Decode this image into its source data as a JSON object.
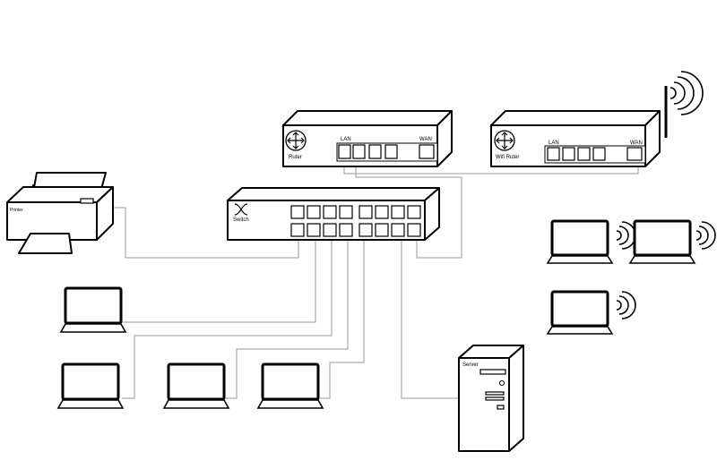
{
  "devices": {
    "printer": {
      "label": "Printer"
    },
    "router": {
      "label": "Ruter",
      "lan_label": "LAN",
      "wan_label": "WAN"
    },
    "wifi_router": {
      "label": "Wifi Ruter",
      "lan_label": "LAN",
      "wan_label": "WAN"
    },
    "switch": {
      "label": "Switch"
    },
    "server": {
      "label": "Server"
    }
  },
  "icons": {
    "router": "router-icon",
    "switch": "switch-icon",
    "laptop": "laptop-icon",
    "wireless": "wireless-signal-icon",
    "antenna": "antenna-icon"
  },
  "colors": {
    "line": "#000000",
    "wire": "#9a9a9a",
    "background": "#ffffff"
  }
}
